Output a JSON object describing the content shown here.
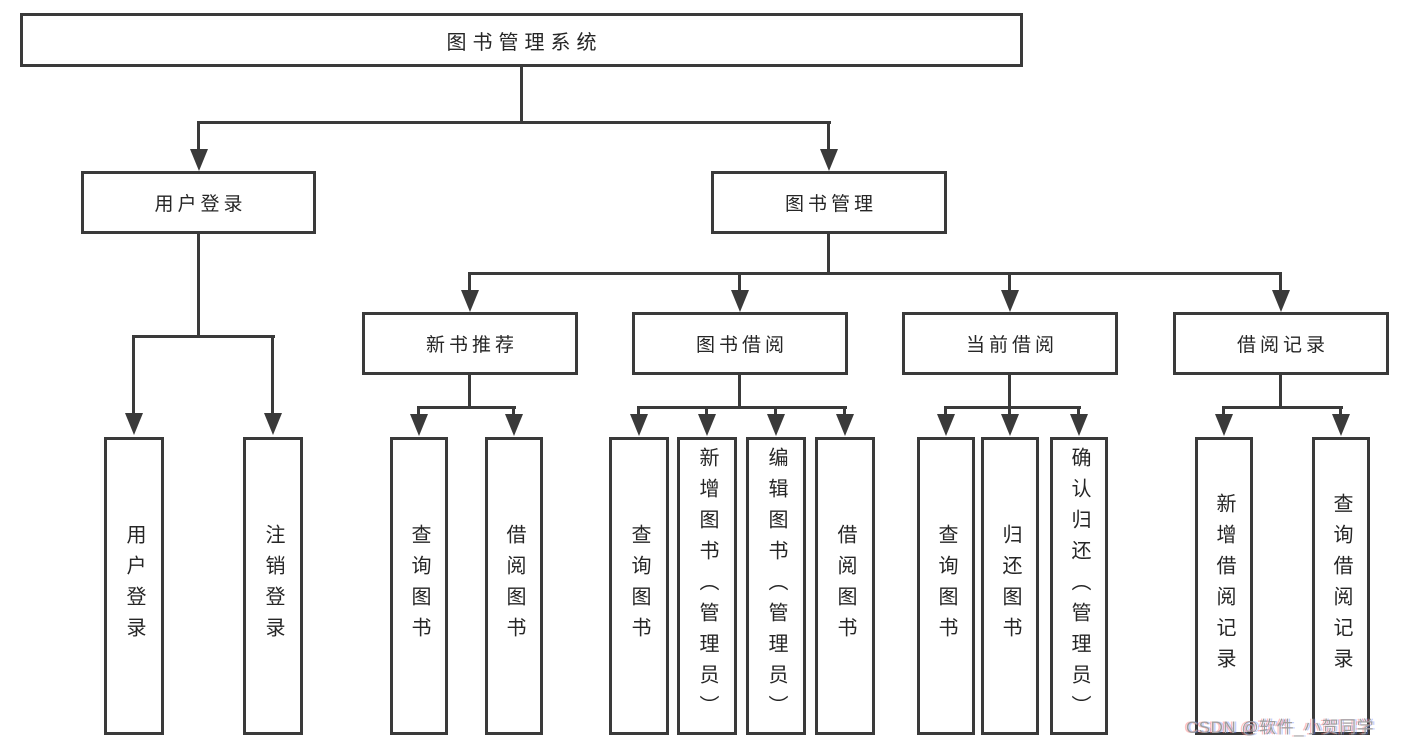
{
  "diagram": {
    "root": {
      "label": "图书管理系统"
    },
    "branches": [
      {
        "label": "用户登录",
        "children": [
          {
            "label": "用户登录"
          },
          {
            "label": "注销登录"
          }
        ]
      },
      {
        "label": "图书管理",
        "groups": [
          {
            "label": "新书推荐",
            "children": [
              {
                "label": "查询图书"
              },
              {
                "label": "借阅图书"
              }
            ]
          },
          {
            "label": "图书借阅",
            "children": [
              {
                "label": "查询图书"
              },
              {
                "label": "新增图书（管理员）"
              },
              {
                "label": "编辑图书（管理员）"
              },
              {
                "label": "借阅图书"
              }
            ]
          },
          {
            "label": "当前借阅",
            "children": [
              {
                "label": "查询图书"
              },
              {
                "label": "归还图书"
              },
              {
                "label": "确认归还（管理员）"
              }
            ]
          },
          {
            "label": "借阅记录",
            "children": [
              {
                "label": "新增借阅记录"
              },
              {
                "label": "查询借阅记录"
              }
            ]
          }
        ]
      }
    ]
  },
  "watermark": {
    "text": "CSDN @软件_小贺同学"
  },
  "colors": {
    "line": "#3a3a3a",
    "text": "#262626",
    "background": "#ffffff",
    "watermark_gray": "#9e9e9e"
  }
}
